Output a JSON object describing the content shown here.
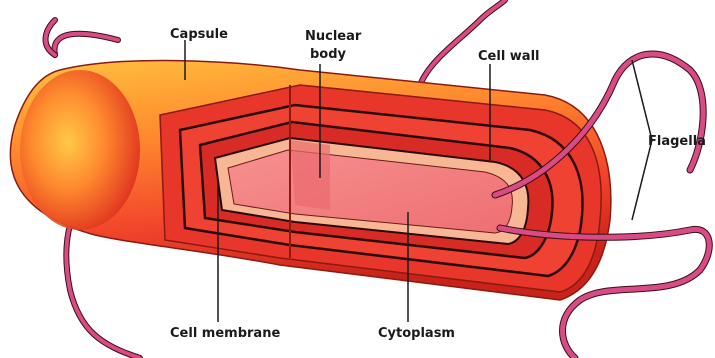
{
  "labels": {
    "capsule": "Capsule",
    "nuclear_line1": "Nuclear",
    "nuclear_line2": "body",
    "cell_wall": "Cell wall",
    "flagella": "Flagella",
    "cell_membrane": "Cell membrane",
    "cytoplasm": "Cytoplasm"
  },
  "colors": {
    "capsule_outer": "#f0472f",
    "capsule_highlight": "#ffb63a",
    "capsule_dark": "#c9221a",
    "wall": "#e33427",
    "membrane": "#f7b795",
    "cytoplasm": "#f27e7e",
    "outline": "#3a1010",
    "flagellum": "#d94b86"
  }
}
